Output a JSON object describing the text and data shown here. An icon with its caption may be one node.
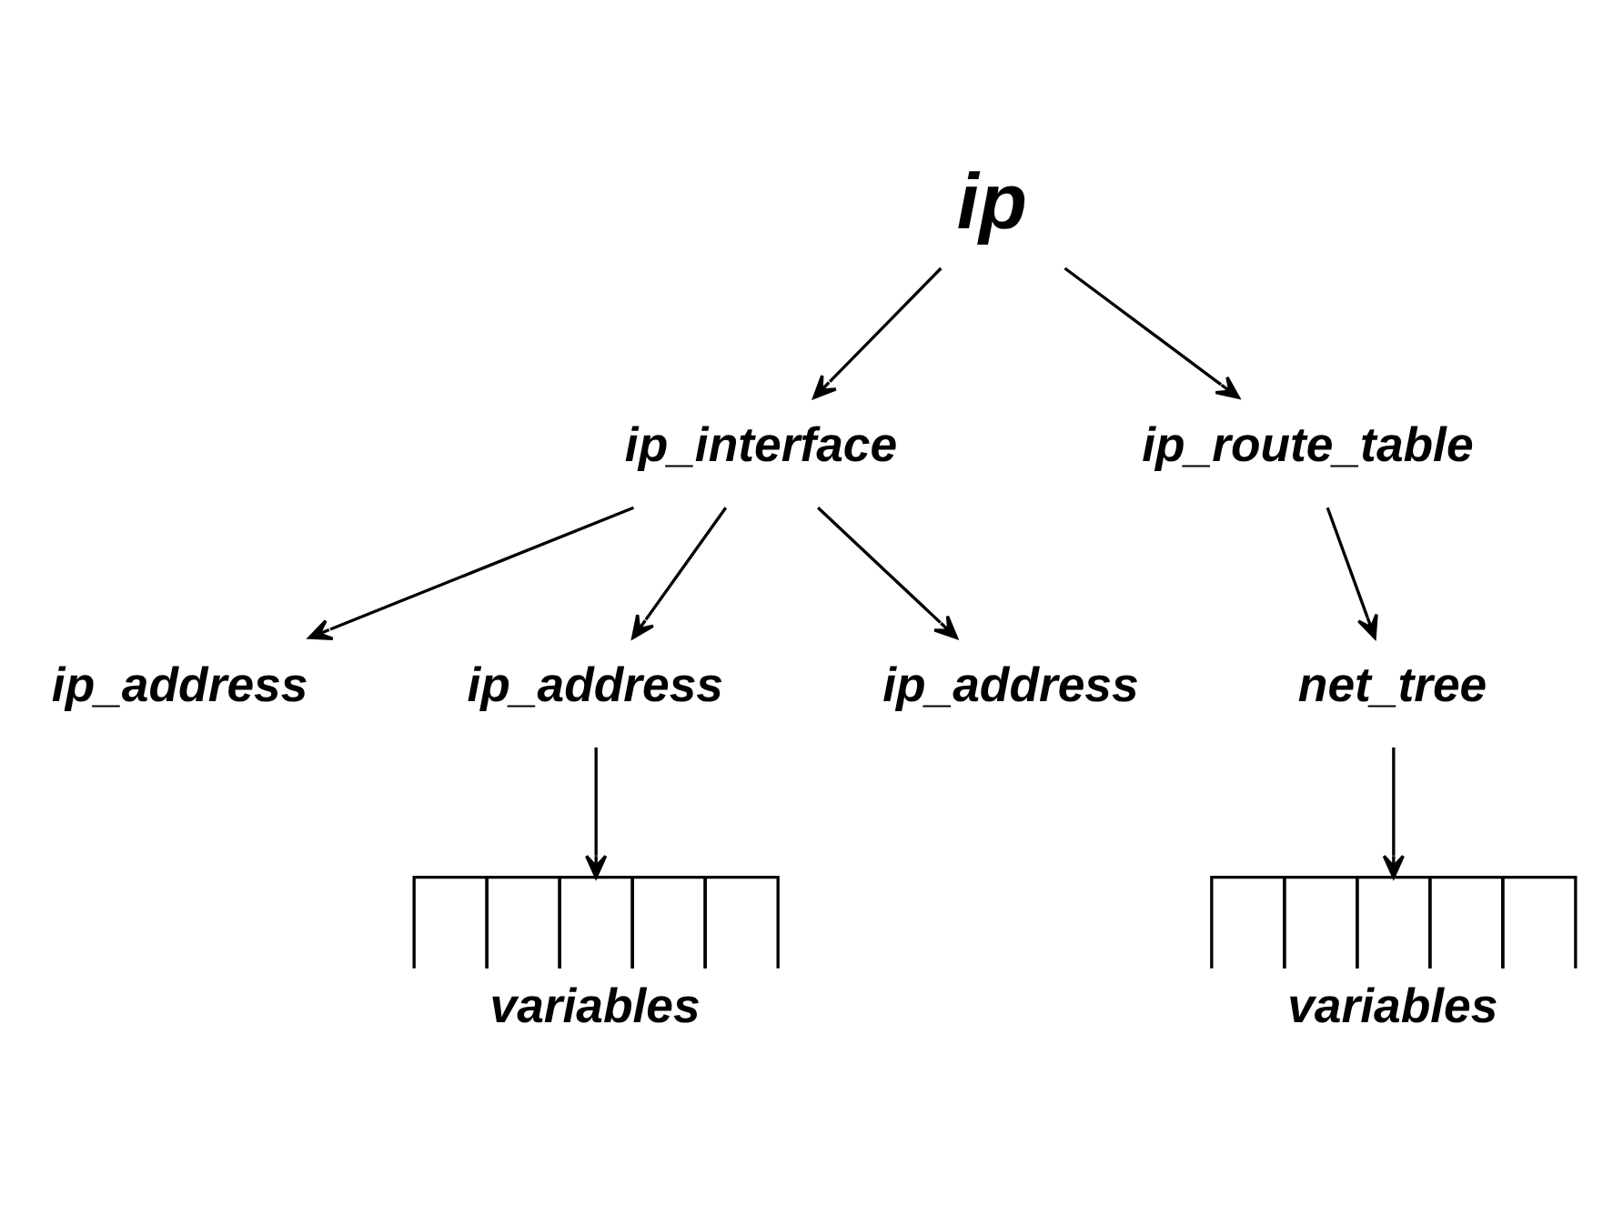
{
  "diagram": {
    "nodes": [
      {
        "text": [
          "ip"
        ]
      },
      {
        "text": [
          "ip_interface"
        ]
      },
      {
        "text": [
          "ip_route_table"
        ]
      },
      {
        "text": [
          "ip_address"
        ]
      },
      {
        "text": [
          "ip_address"
        ]
      },
      {
        "text": [
          "ip_address"
        ]
      },
      {
        "text": [
          "net_tree"
        ]
      },
      {
        "text": [
          "variables"
        ]
      },
      {
        "text": [
          "variables"
        ]
      }
    ],
    "edges": [
      {
        "from": 0,
        "to": 1,
        "arrow": "to"
      },
      {
        "from": 0,
        "to": 2,
        "arrow": "to"
      },
      {
        "from": 1,
        "to": 3,
        "arrow": "to"
      },
      {
        "from": 1,
        "to": 4,
        "arrow": "to"
      },
      {
        "from": 1,
        "to": 5,
        "arrow": "to"
      },
      {
        "from": 2,
        "to": 6,
        "arrow": "to"
      },
      {
        "from": 4,
        "to": 7,
        "arrow": "to"
      },
      {
        "from": 6,
        "to": 8,
        "arrow": "to"
      }
    ]
  }
}
